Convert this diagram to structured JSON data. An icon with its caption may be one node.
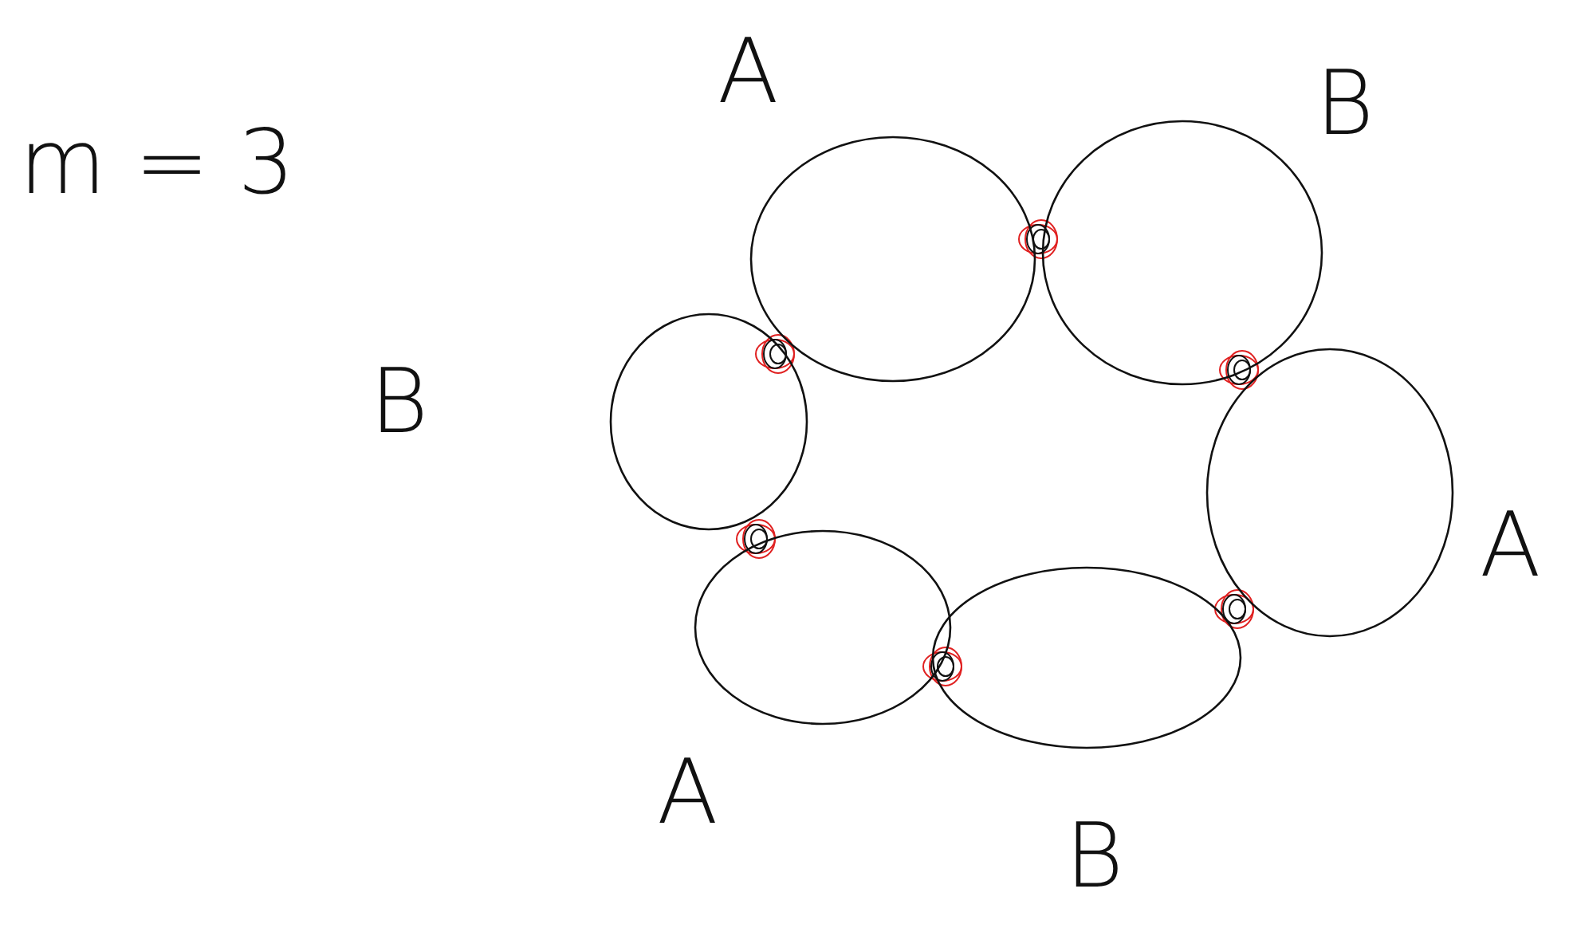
{
  "diagram": {
    "nodes": [
      {
        "text": [],
        "shape": "circle",
        "beside": [
          "A"
        ]
      },
      {
        "text": [],
        "shape": "circle",
        "beside": [
          "B"
        ]
      },
      {
        "text": [],
        "shape": "circle",
        "beside": [
          "B"
        ]
      },
      {
        "text": [],
        "shape": "circle",
        "beside": [
          "A"
        ]
      },
      {
        "text": [],
        "shape": "circle",
        "beside": [
          "A"
        ]
      },
      {
        "text": [],
        "shape": "circle",
        "beside": [
          "B"
        ]
      }
    ],
    "labels": [
      "m = 3"
    ]
  }
}
